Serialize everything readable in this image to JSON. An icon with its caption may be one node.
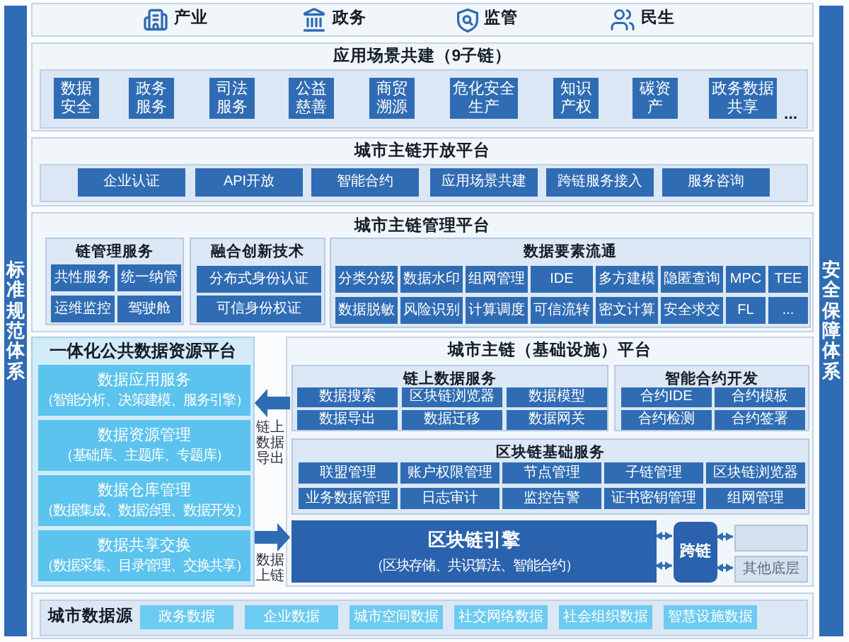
{
  "diagram": {
    "nodes": [
      {
        "text": [
          "标准规范体系"
        ]
      },
      {
        "text": [
          "安全保障体系"
        ]
      },
      {
        "text": [
          "产业",
          "政务",
          "监管",
          "民生"
        ]
      },
      {
        "text": [
          "应用场景共建（9子链）",
          "..."
        ]
      },
      {
        "text": [
          "数据安全"
        ],
        "in": 3
      },
      {
        "text": [
          "政务服务"
        ],
        "in": 3
      },
      {
        "text": [
          "司法服务"
        ],
        "in": 3
      },
      {
        "text": [
          "公益慈善"
        ],
        "in": 3
      },
      {
        "text": [
          "商贸溯源"
        ],
        "in": 3
      },
      {
        "text": [
          "危化安全生产"
        ],
        "in": 3
      },
      {
        "text": [
          "知识产权"
        ],
        "in": 3
      },
      {
        "text": [
          "碳资产"
        ],
        "in": 3
      },
      {
        "text": [
          "政务数据共享"
        ],
        "in": 3
      },
      {
        "text": [
          "城市主链开放平台"
        ]
      },
      {
        "text": [
          "企业认证"
        ],
        "in": 13
      },
      {
        "text": [
          "API开放"
        ],
        "in": 13
      },
      {
        "text": [
          "智能合约"
        ],
        "in": 13
      },
      {
        "text": [
          "应用场景共建"
        ],
        "in": 13
      },
      {
        "text": [
          "跨链服务接入"
        ],
        "in": 13
      },
      {
        "text": [
          "服务咨询"
        ],
        "in": 13
      },
      {
        "text": [
          "城市主链管理平台"
        ]
      },
      {
        "text": [
          "链管理服务"
        ],
        "in": 20
      },
      {
        "text": [
          "共性服务"
        ],
        "in": 21
      },
      {
        "text": [
          "统一纳管"
        ],
        "in": 21
      },
      {
        "text": [
          "运维监控"
        ],
        "in": 21
      },
      {
        "text": [
          "驾驶舱"
        ],
        "in": 21
      },
      {
        "text": [
          "融合创新技术"
        ],
        "in": 20
      },
      {
        "text": [
          "分布式身份认证"
        ],
        "in": 26
      },
      {
        "text": [
          "可信身份权证"
        ],
        "in": 26
      },
      {
        "text": [
          "数据要素流通"
        ],
        "in": 20
      },
      {
        "text": [
          "分类分级"
        ],
        "in": 29
      },
      {
        "text": [
          "数据水印"
        ],
        "in": 29
      },
      {
        "text": [
          "组网管理"
        ],
        "in": 29
      },
      {
        "text": [
          "IDE"
        ],
        "in": 29
      },
      {
        "text": [
          "多方建模"
        ],
        "in": 29
      },
      {
        "text": [
          "隐匿查询"
        ],
        "in": 29
      },
      {
        "text": [
          "MPC"
        ],
        "in": 29
      },
      {
        "text": [
          "TEE"
        ],
        "in": 29
      },
      {
        "text": [
          "数据脱敏"
        ],
        "in": 29
      },
      {
        "text": [
          "风险识别"
        ],
        "in": 29
      },
      {
        "text": [
          "计算调度"
        ],
        "in": 29
      },
      {
        "text": [
          "可信流转"
        ],
        "in": 29
      },
      {
        "text": [
          "密文计算"
        ],
        "in": 29
      },
      {
        "text": [
          "安全求交"
        ],
        "in": 29
      },
      {
        "text": [
          "FL"
        ],
        "in": 29
      },
      {
        "text": [
          "..."
        ],
        "in": 29
      },
      {
        "text": [
          "一体化公共数据资源平台"
        ]
      },
      {
        "text": [
          "数据应用服务",
          "（智能分析、决策建模、服务引擎）"
        ],
        "in": 46
      },
      {
        "text": [
          "数据资源管理",
          "（基础库、主题库、专题库）"
        ],
        "in": 46
      },
      {
        "text": [
          "数据仓库管理",
          "（数据集成、数据治理、数据开发）"
        ],
        "in": 46
      },
      {
        "text": [
          "数据共享交换",
          "（数据采集、目录管理、交换共享）"
        ],
        "in": 46
      },
      {
        "text": [
          "城市主链（基础设施）平台"
        ]
      },
      {
        "text": [
          "链上数据服务"
        ],
        "in": 51
      },
      {
        "text": [
          "数据搜索"
        ],
        "in": 52
      },
      {
        "text": [
          "区块链浏览器"
        ],
        "in": 52
      },
      {
        "text": [
          "数据模型"
        ],
        "in": 52
      },
      {
        "text": [
          "数据导出"
        ],
        "in": 52
      },
      {
        "text": [
          "数据迁移"
        ],
        "in": 52
      },
      {
        "text": [
          "数据网关"
        ],
        "in": 52
      },
      {
        "text": [
          "智能合约开发"
        ],
        "in": 51
      },
      {
        "text": [
          "合约IDE"
        ],
        "in": 59
      },
      {
        "text": [
          "合约模板"
        ],
        "in": 59
      },
      {
        "text": [
          "合约检测"
        ],
        "in": 59
      },
      {
        "text": [
          "合约签署"
        ],
        "in": 59
      },
      {
        "text": [
          "区块链基础服务"
        ],
        "in": 51
      },
      {
        "text": [
          "联盟管理"
        ],
        "in": 64
      },
      {
        "text": [
          "账户权限管理"
        ],
        "in": 64
      },
      {
        "text": [
          "节点管理"
        ],
        "in": 64
      },
      {
        "text": [
          "子链管理"
        ],
        "in": 64
      },
      {
        "text": [
          "区块链浏览器"
        ],
        "in": 64
      },
      {
        "text": [
          "业务数据管理"
        ],
        "in": 64
      },
      {
        "text": [
          "日志审计"
        ],
        "in": 64
      },
      {
        "text": [
          "监控告警"
        ],
        "in": 64
      },
      {
        "text": [
          "证书密钥管理"
        ],
        "in": 64
      },
      {
        "text": [
          "组网管理"
        ],
        "in": 64
      },
      {
        "text": [
          "区块链引擎",
          "（区块存储、共识算法、智能合约）"
        ],
        "in": 51
      },
      {
        "text": [
          "跨链"
        ],
        "in": 51
      },
      {
        "text": [],
        "shape": "box",
        "in": 51
      },
      {
        "text": [
          "其他底层"
        ],
        "in": 51
      },
      {
        "text": [
          "城市数据源"
        ]
      },
      {
        "text": [
          "政务数据"
        ],
        "in": 79
      },
      {
        "text": [
          "企业数据"
        ],
        "in": 79
      },
      {
        "text": [
          "城市空间数据"
        ],
        "in": 79
      },
      {
        "text": [
          "社交网络数据"
        ],
        "in": 79
      },
      {
        "text": [
          "社会组织数据"
        ],
        "in": 79
      },
      {
        "text": [
          "智慧设施数据"
        ],
        "in": 79
      }
    ],
    "edges": [
      {
        "from": 52,
        "to": 46,
        "arrow": "to",
        "label": "链上数据导出",
        "style": "thick"
      },
      {
        "from": 46,
        "to": 75,
        "arrow": "to",
        "label": "数据上链",
        "style": "thick"
      },
      {
        "from": 75,
        "to": 76,
        "arrow": "both"
      },
      {
        "from": 75,
        "to": 76,
        "arrow": "both"
      },
      {
        "from": 76,
        "to": 77,
        "arrow": "both"
      },
      {
        "from": 76,
        "to": 78,
        "arrow": "both"
      }
    ]
  }
}
